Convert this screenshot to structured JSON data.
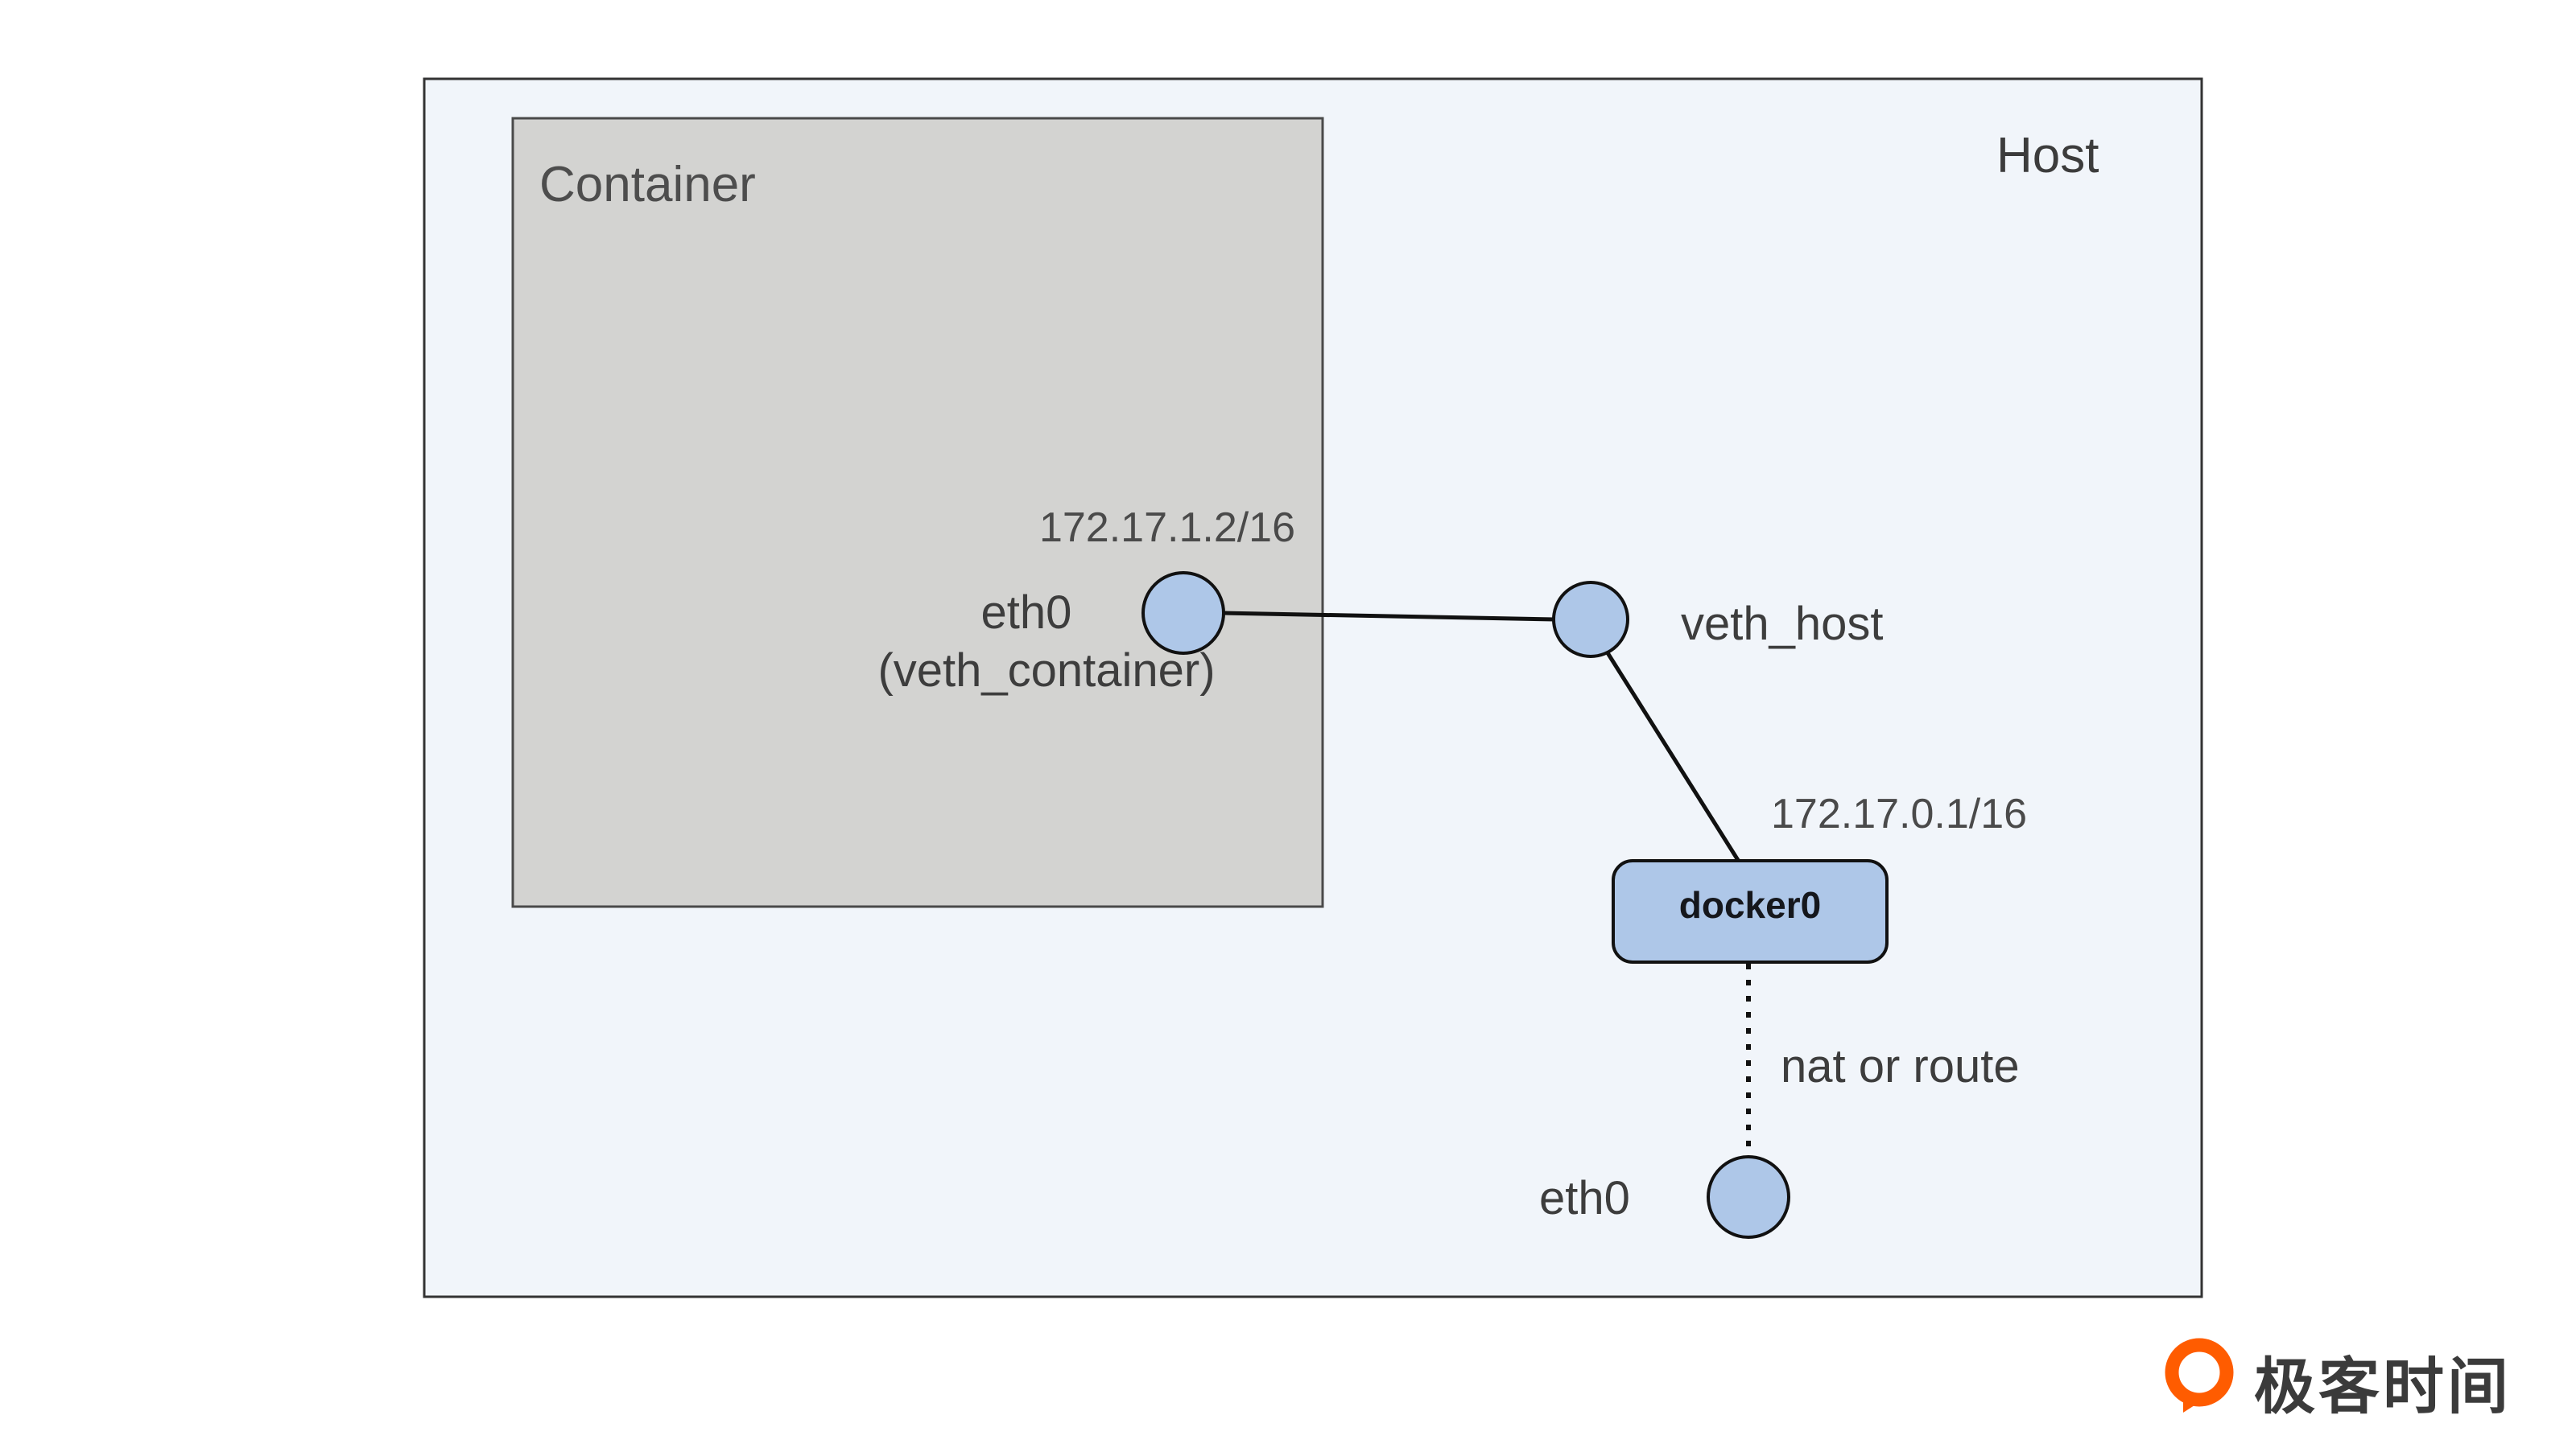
{
  "diagram": {
    "host_label": "Host",
    "container_label": "Container",
    "container_eth0_ip": "172.17.1.2/16",
    "container_eth0_label": "eth0",
    "veth_container_label": "(veth_container)",
    "veth_host_label": "veth_host",
    "docker0_ip": "172.17.0.1/16",
    "docker0_label": "docker0",
    "nat_label": "nat or route",
    "host_eth0_label": "eth0"
  },
  "branding": {
    "logo_text": "极客时间"
  },
  "colors": {
    "host_fill": "#f1f5fa",
    "host_border": "#333333",
    "container_fill": "#d3d3d1",
    "container_border": "#4a4a4a",
    "node_fill": "#aec7e8",
    "node_border": "#111111",
    "line": "#111111",
    "logo_orange": "#ff5c00",
    "text": "#3d3d3d"
  }
}
